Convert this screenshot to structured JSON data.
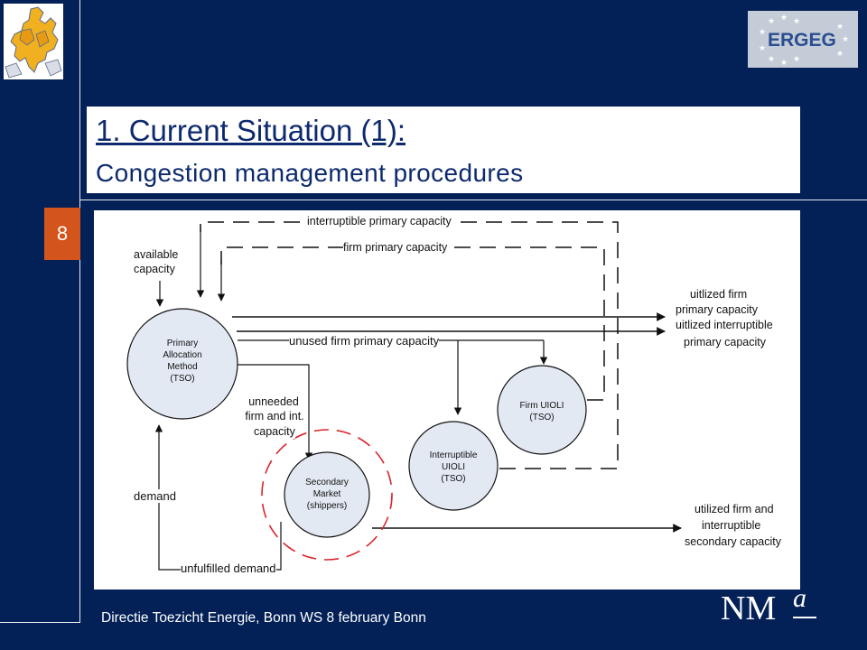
{
  "slide": {
    "number": "8",
    "title_line1": "1. Current Situation (1):",
    "title_line2": "Congestion management procedures",
    "footer": "Directie Toezicht Energie, Bonn WS 8 february Bonn",
    "logo_right_text": "ERGEG",
    "logo_bottom_text": "NMa",
    "colors": {
      "background": "#032157",
      "title_text": "#0d2a6e",
      "page_badge": "#d4551b",
      "circle_fill": "#e3e9f3",
      "dashed_ring": "#d9262b"
    }
  },
  "diagram": {
    "labels": {
      "interruptible_primary": "interruptible primary capacity",
      "firm_primary": "firm primary capacity",
      "available_capacity_1": "available",
      "available_capacity_2": "capacity",
      "unused_firm": "unused firm primary capacity",
      "unneeded_1": "unneeded",
      "unneeded_2": "firm and int.",
      "unneeded_3": "capacity",
      "demand": "demand",
      "unfulfilled_demand": "unfulfilled demand",
      "out_firm_1": "uitlized firm",
      "out_firm_2": "primary capacity",
      "out_int_1": "uitlized interruptible",
      "out_int_2": "primary capacity",
      "out_sec_1": "utilized firm and",
      "out_sec_2": "interruptible",
      "out_sec_3": "secondary capacity"
    },
    "nodes": {
      "primary": [
        "Primary",
        "Allocation",
        "Method",
        "(TSO)"
      ],
      "secondary": [
        "Secondary",
        "Market",
        "(shippers)"
      ],
      "interruptible": [
        "Interruptible",
        "UIOLI",
        "(TSO)"
      ],
      "firm": [
        "Firm UIOLI",
        "(TSO)"
      ]
    }
  }
}
